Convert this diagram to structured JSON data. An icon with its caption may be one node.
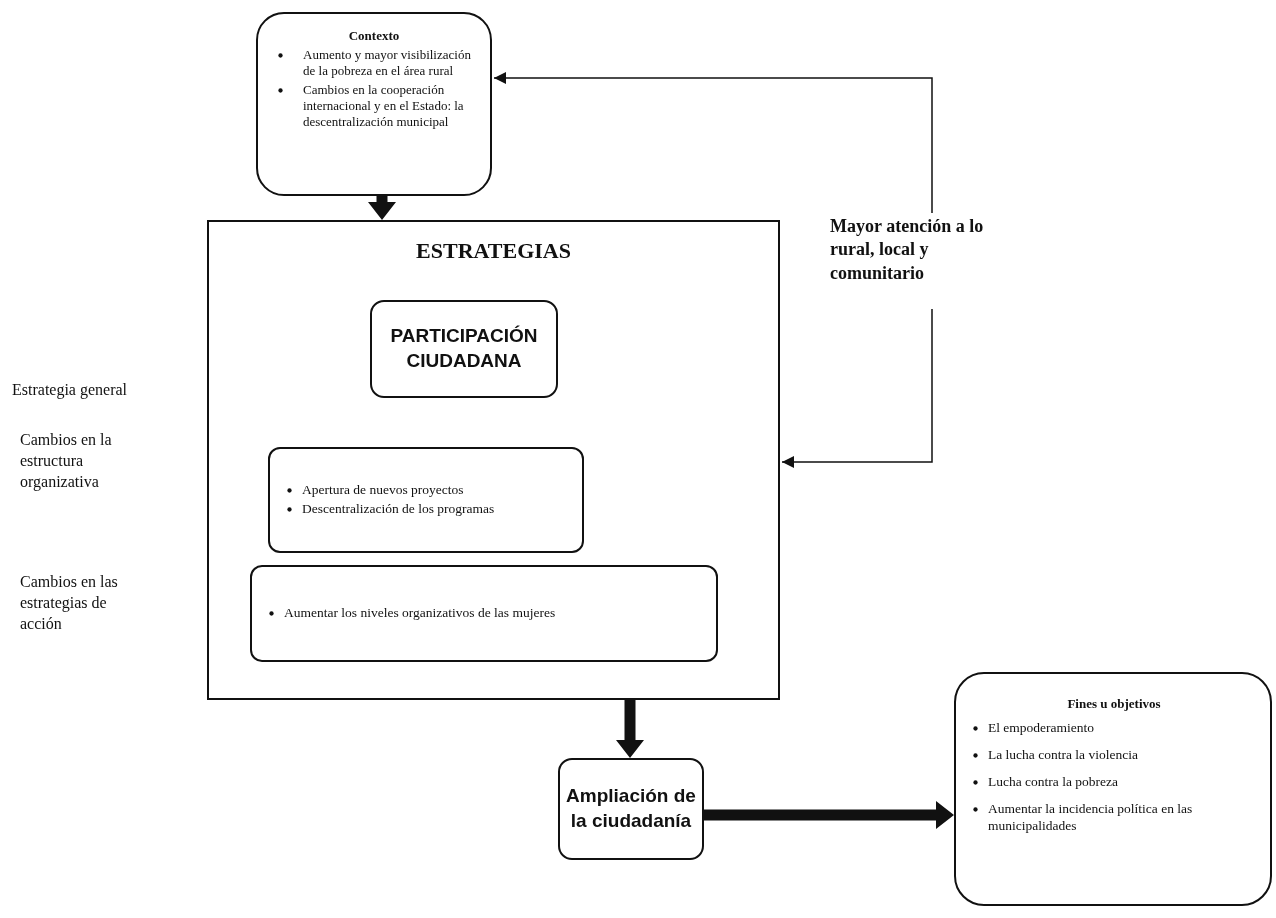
{
  "diagram": {
    "nodes": [
      {
        "text": [
          "Contexto",
          "Aumento y mayor visibilización de la pobreza en el área rural",
          "Cambios en la cooperación internacional y en el Estado: la descentralización municipal"
        ]
      },
      {
        "text": [
          "ESTRATEGIAS"
        ]
      },
      {
        "text": [
          "PARTICIPACIÓN CIUDADANA"
        ],
        "in": 1
      },
      {
        "text": [
          "Apertura de nuevos proyectos",
          "Descentralización de los programas"
        ],
        "in": 1
      },
      {
        "text": [
          "Aumentar los niveles organizativos de las mujeres"
        ],
        "in": 1
      },
      {
        "text": [
          "Ampliación de la ciudadanía"
        ]
      },
      {
        "text": [
          "Fines u objetivos",
          "El empoderamiento",
          "La lucha contra la violencia",
          "Lucha contra la pobreza",
          "Aumentar la incidencia política en las municipalidades"
        ]
      },
      {
        "text": [
          "Mayor atención a lo rural, local y comunitario"
        ]
      }
    ],
    "edges": [
      {
        "from": 0,
        "to": 1,
        "arrow": "to",
        "style": "thick"
      },
      {
        "from": 1,
        "to": 5,
        "arrow": "to",
        "style": "thick"
      },
      {
        "from": 5,
        "to": 6,
        "arrow": "to",
        "style": "thick"
      },
      {
        "from": 7,
        "to": 0,
        "arrow": "to"
      },
      {
        "from": 7,
        "to": 1,
        "arrow": "to"
      }
    ],
    "labels": [
      "Estrategia general",
      "Cambios en la estructura organizativa",
      "Cambios en las estrategias de acción"
    ]
  }
}
